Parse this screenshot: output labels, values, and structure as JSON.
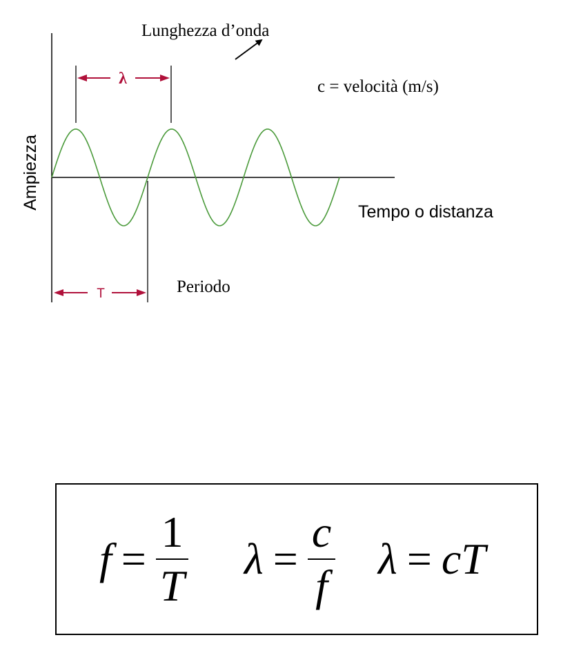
{
  "labels": {
    "wavelength_title": "Lunghezza d’onda",
    "lambda_symbol": "λ",
    "velocity": "c = velocità (m/s)",
    "amplitude_axis": "Ampiezza",
    "time_axis": "Tempo o distanza",
    "period_symbol": "T",
    "period_label": "Periodo"
  },
  "formulas": {
    "f1": {
      "lhs": "f",
      "op": "=",
      "num": "1",
      "den": "T"
    },
    "f2": {
      "lhs": "λ",
      "op": "=",
      "num": "c",
      "den": "f"
    },
    "f3": {
      "lhs": "λ",
      "op": "=",
      "rhs": "cT"
    }
  },
  "colors": {
    "wave": "#4a9a3a",
    "dimension": "#b0103a",
    "axis": "#000000"
  }
}
